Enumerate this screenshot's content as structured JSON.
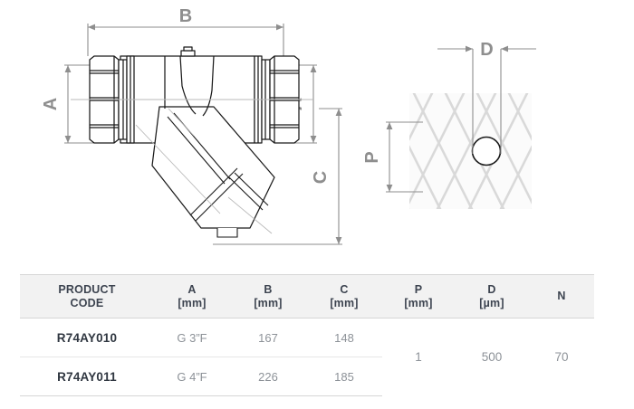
{
  "drawings": {
    "valve": {
      "name": "y-strainer-valve-side-view",
      "dimension_labels": [
        {
          "id": "A-left",
          "text": "A",
          "orientation": "vertical"
        },
        {
          "id": "B-top",
          "text": "B",
          "orientation": "horizontal"
        },
        {
          "id": "A-right",
          "text": "A",
          "orientation": "vertical"
        },
        {
          "id": "C-right",
          "text": "C",
          "orientation": "vertical"
        }
      ]
    },
    "mesh": {
      "name": "strainer-mesh-detail",
      "dimension_labels": [
        {
          "id": "P-left",
          "text": "P",
          "orientation": "vertical"
        },
        {
          "id": "D-top",
          "text": "D",
          "orientation": "horizontal"
        }
      ]
    }
  },
  "table": {
    "headers": [
      {
        "title": "PRODUCT",
        "title2": "CODE",
        "unit": ""
      },
      {
        "title": "A",
        "unit": "[mm]"
      },
      {
        "title": "B",
        "unit": "[mm]"
      },
      {
        "title": "C",
        "unit": "[mm]"
      },
      {
        "title": "P",
        "unit": "[mm]"
      },
      {
        "title": "D",
        "unit": "[µm]"
      },
      {
        "title": "N",
        "unit": ""
      }
    ],
    "rows": [
      {
        "code": "R74AY010",
        "A": "G 3”F",
        "B": "167",
        "C": "148"
      },
      {
        "code": "R74AY011",
        "A": "G 4”F",
        "B": "226",
        "C": "185"
      }
    ],
    "merged": {
      "P": "1",
      "D": "500",
      "N": "70"
    }
  },
  "colors": {
    "header_bg": "#f2f2f2",
    "header_text": "#3d4450",
    "code_text": "#2f3640",
    "value_text": "#8d9298",
    "border": "#d6d6d6",
    "dimension_gray": "#8e8e8e",
    "line_dark": "#1a1a1a",
    "mesh_gray": "#d9d9d9"
  }
}
